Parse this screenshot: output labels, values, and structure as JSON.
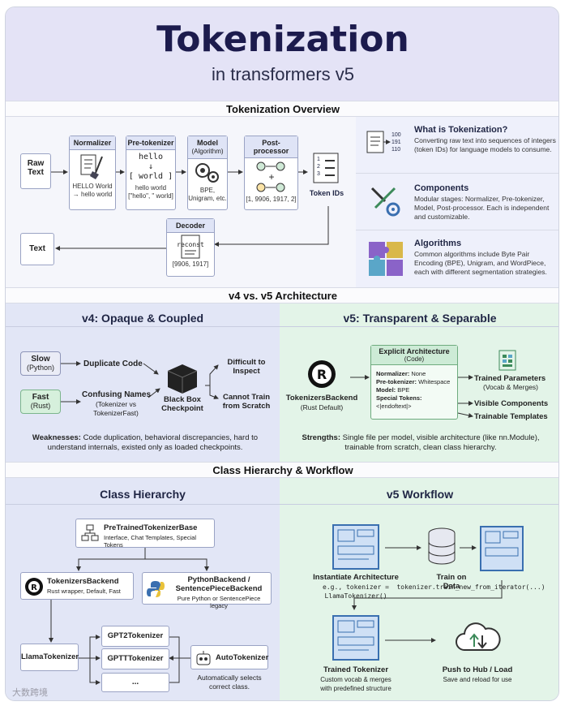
{
  "header": {
    "title": "Tokenization",
    "subtitle": "in transformers v5"
  },
  "overview": {
    "section_title": "Tokenization Overview",
    "raw_text": "Raw\nText",
    "normalizer": {
      "title": "Normalizer",
      "caption": "HELLO World\n→ hello world"
    },
    "pretokenizer": {
      "title": "Pre-tokenizer",
      "graphic_top": "hello",
      "graphic_arrow": "↓",
      "graphic_bottom": "[ world ]",
      "caption": "hello world\n[\"hello\", \" world]"
    },
    "model": {
      "title": "Model",
      "subtitle": "(Algorithm)",
      "caption": "BPE,\nUnigram, etc."
    },
    "postprocessor": {
      "title": "Post-processor",
      "caption": "[1, 9906, 1917, 2]",
      "graphic_plus": "+"
    },
    "token_ids": {
      "label": "Token IDs",
      "list": [
        "1",
        "2",
        "3"
      ]
    },
    "decoder": {
      "title": "Decoder",
      "graphic": "reconst",
      "caption": "[9906, 1917]"
    },
    "text_out": "Text",
    "info": [
      {
        "title": "What is Tokenization?",
        "body": "Converting raw text into sequences of integers (token IDs) for language models to consume.",
        "icon": "document-to-numbers-icon",
        "numbers": [
          "100",
          "191",
          "110"
        ]
      },
      {
        "title": "Components",
        "body": "Modular stages: Normalizer, Pre-tokenizer, Model, Post-processor. Each is independent and customizable.",
        "icon": "tools-icon"
      },
      {
        "title": "Algorithms",
        "body": "Common algorithms include Byte Pair Encoding (BPE), Unigram, and WordPiece, each with different segmentation strategies.",
        "icon": "puzzle-icon"
      }
    ]
  },
  "arch": {
    "section_title": "v4 vs. v5 Architecture",
    "v4": {
      "title": "v4: Opaque & Coupled",
      "slow": {
        "label": "Slow",
        "sub": "(Python)"
      },
      "fast": {
        "label": "Fast",
        "sub": "(Rust)"
      },
      "dup": "Duplicate Code",
      "confusing": "Confusing Names",
      "confusing_sub": "(Tokenizer vs\nTokenizerFast)",
      "blackbox": "Black Box\nCheckpoint",
      "difficult": "Difficult to\nInspect",
      "cannot": "Cannot Train\nfrom Scratch",
      "weak_label": "Weaknesses:",
      "weak_text": " Code duplication, behavioral discrepancies, hard to understand internals, existed only as loaded checkpoints."
    },
    "v5": {
      "title": "v5: Transparent & Separable",
      "backend": "TokenizersBackend",
      "backend_sub": "(Rust Default)",
      "explicit_title": "Explicit Architecture",
      "explicit_sub": "(Code)",
      "lines": [
        {
          "k": "Normalizer:",
          "v": " None"
        },
        {
          "k": "Pre-tokenizer:",
          "v": " Whitespace"
        },
        {
          "k": "Model:",
          "v": " BPE"
        },
        {
          "k": "Special Tokens:",
          "v": " <|endoftext|>"
        }
      ],
      "trained": "Trained Parameters",
      "trained_sub": "(Vocab & Merges)",
      "visible": "Visible Components",
      "trainable": "Trainable Templates",
      "strength_label": "Strengths:",
      "strength_text": " Single file per model, visible architecture (like nn.Module), trainable from scratch, clean class hierarchy."
    }
  },
  "hier": {
    "section_title": "Class Hierarchy & Workflow",
    "left_title": "Class Hierarchy",
    "base": "PreTrainedTokenizerBase",
    "base_sub": "Interface, Chat Templates, Special Tokens",
    "tb": "TokenizersBackend",
    "tb_sub": "Rust wrapper, Default, Fast",
    "pb": "PythonBackend /\nSentencePieceBackend",
    "pb_sub": "Pure Python or SentencePiece legacy",
    "llama": "LlamaTokenizer",
    "gpt2": "GPT2Tokenizer",
    "gptt": "GPTTTokenizer",
    "dots": "...",
    "auto": "AutoTokenizer",
    "auto_sub": "Automatically selects\ncorrect class.",
    "right_title": "v5 Workflow",
    "s1": "Instantiate Architecture",
    "s1_sub": "e.g., tokenizer = LlamaTokenizer()",
    "s2": "Train on Data",
    "s2_sub": "tokenizer.train_new_from_iterator(...)",
    "s3": "Trained Tokenizer",
    "s3_sub": "Custom vocab & merges\nwith predefined structure",
    "s4": "Push to Hub / Load",
    "s4_sub": "Save and reload for use"
  },
  "watermark": "大数跨境",
  "colors": {
    "left_panel": "#e2e6f6",
    "right_panel": "#e3f4e8",
    "title": "#1c1b4d"
  }
}
